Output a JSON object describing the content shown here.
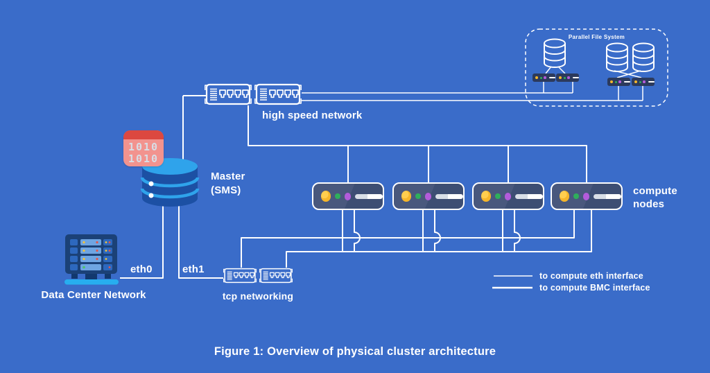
{
  "colors": {
    "background": "#3A6CC9",
    "line": "#FFFFFF",
    "text": "#FFFFFF",
    "node-body": "#3D4E73",
    "node-border": "#FFFFFF",
    "led-yellow": "#F6B62B",
    "led-green": "#2FAE5B",
    "led-purple": "#B35BDB",
    "pill": "#FFFFFF",
    "server-body": "#2C3A5C",
    "cyl-top": "#2FA3EB",
    "cyl-body": "#1C50A4",
    "chip-body": "#F2938E",
    "chip-top": "#DC4840",
    "chip-text": "#D8DEE6",
    "dcn-body": "#1B4177",
    "dcn-slot": "#2D68BE",
    "dcn-bar-light": "#6FA5E2",
    "dcn-network": "#27AEEF"
  },
  "parallel_file_system": {
    "title": "Parallel File System"
  },
  "high_speed_network": {
    "label": "high speed network"
  },
  "master": {
    "name": "Master",
    "sms": "(SMS)",
    "chip_row1": "1010",
    "chip_row2": "1010"
  },
  "interfaces": {
    "eth0": "eth0",
    "eth1": "eth1"
  },
  "data_center_network": {
    "label": "Data Center Network"
  },
  "tcp_networking": {
    "label": "tcp networking"
  },
  "compute_nodes": {
    "line1": "compute",
    "line2": "nodes"
  },
  "legend": {
    "eth": "to compute eth interface",
    "bmc": "to compute BMC interface"
  },
  "caption": "Figure 1: Overview of physical cluster architecture"
}
